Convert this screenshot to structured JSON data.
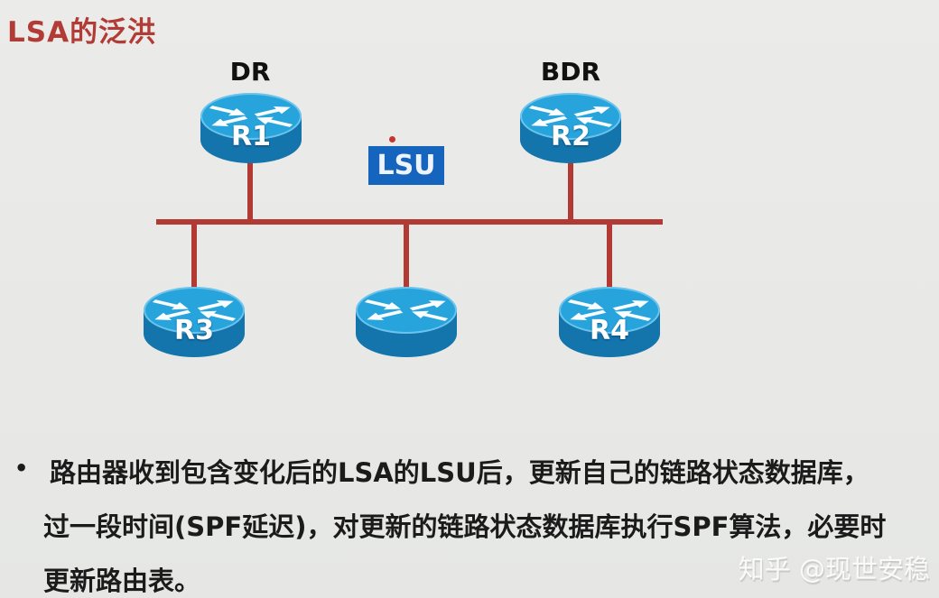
{
  "slide": {
    "title": "LSA的泛洪",
    "title_color": "#b23b35",
    "background_color": "#e8e9e7"
  },
  "diagram": {
    "labels": {
      "dr": "DR",
      "bdr": "BDR",
      "lsu": "LSU"
    },
    "routers": [
      {
        "id": "r1",
        "label": "R1",
        "role": "DR"
      },
      {
        "id": "r2",
        "label": "R2",
        "role": "BDR"
      },
      {
        "id": "r3",
        "label": "R3",
        "role": ""
      },
      {
        "id": "r-middle",
        "label": "",
        "role": ""
      },
      {
        "id": "r4",
        "label": "R4",
        "role": ""
      }
    ],
    "colors": {
      "link_red": "#b23a34",
      "router_top_blue": "#28a4dc",
      "router_side_blue": "#1474ac",
      "lsu_box_blue": "#1565bf",
      "red_dot": "#c4372e"
    }
  },
  "notes": {
    "bullet": "•",
    "lines": [
      "路由器收到包含变化后的LSA的LSU后，更新自己的链路状态数据库，",
      "过一段时间(SPF延迟)，对更新的链路状态数据库执行SPF算法，必要时",
      "更新路由表。"
    ]
  },
  "watermark": {
    "text": "知乎 @现世安稳"
  }
}
